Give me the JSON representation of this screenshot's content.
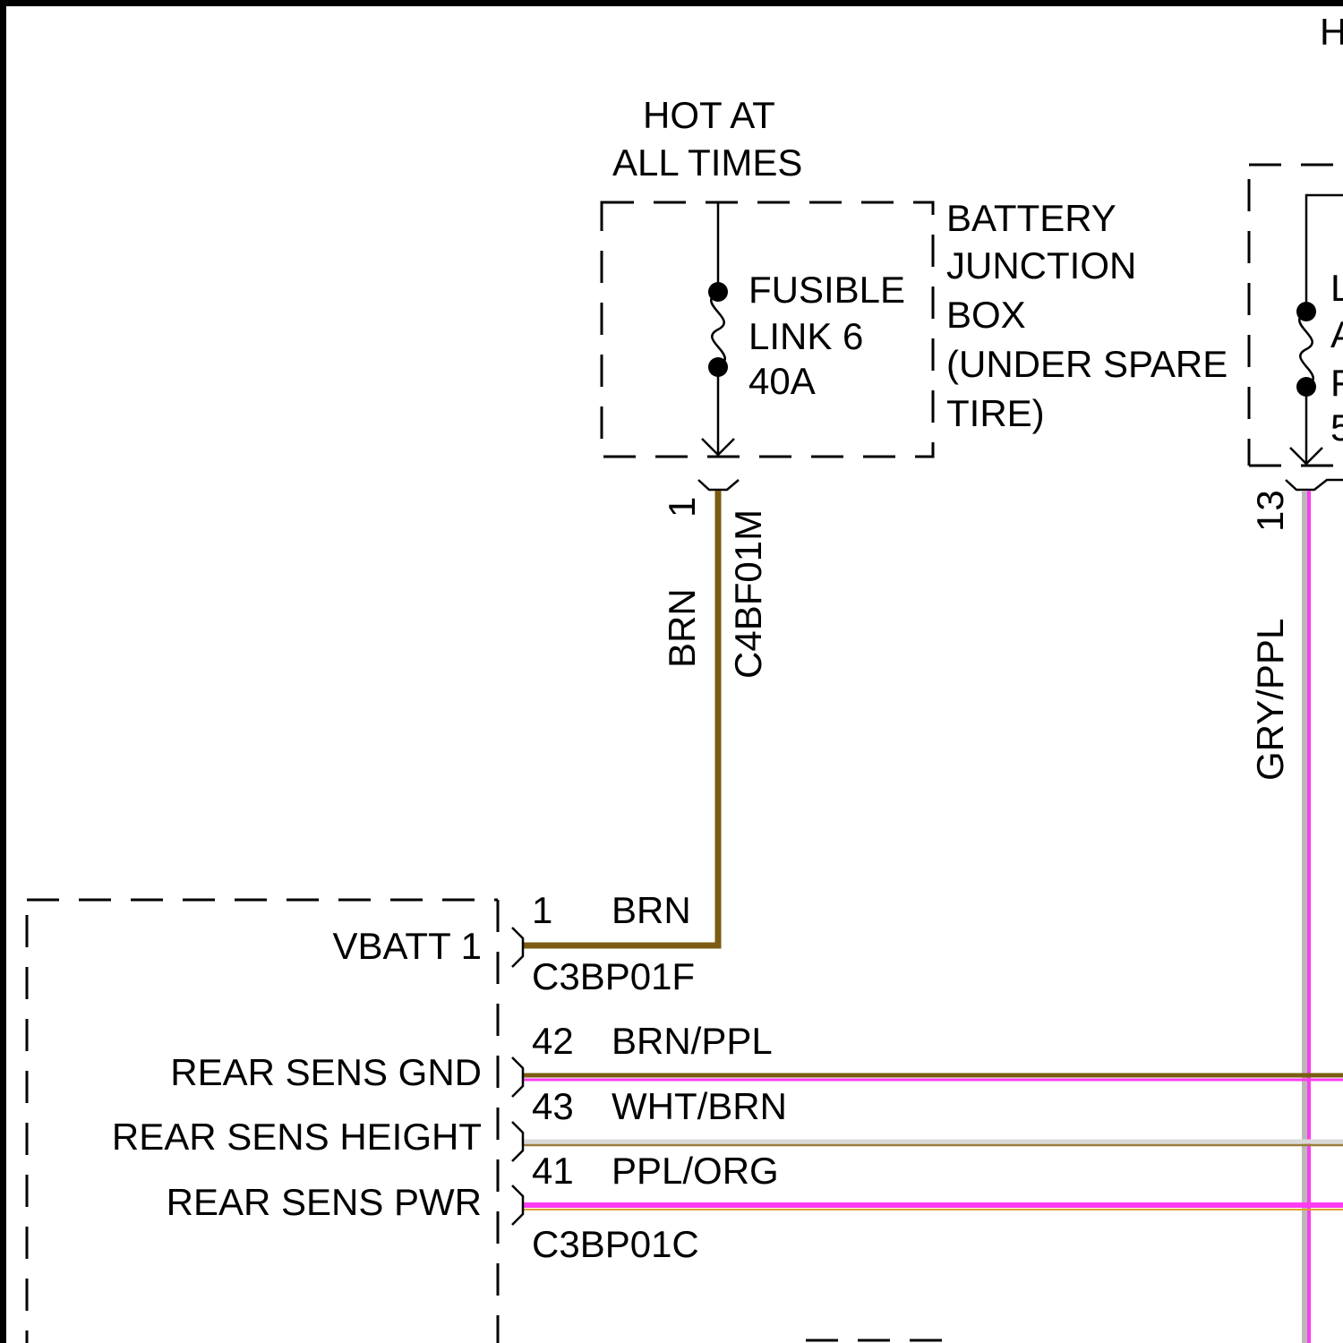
{
  "header": {
    "hot_at": "HOT AT",
    "all_times": "ALL TIMES",
    "corner_fragment": "H"
  },
  "battery_junction_box": {
    "lines": [
      "BATTERY",
      "JUNCTION",
      "BOX",
      "(UNDER SPARE",
      "TIRE)"
    ]
  },
  "fusible_link": {
    "lines": [
      "FUSIBLE",
      "LINK 6",
      "40A"
    ]
  },
  "right_fuse_fragments": [
    "L",
    "A",
    "F",
    "5"
  ],
  "wires": {
    "top_connector": {
      "pin": "1",
      "color": "BRN",
      "connector": "C4BF01M"
    },
    "right_connector": {
      "pin": "13",
      "color": "GRY/PPL"
    }
  },
  "module": {
    "vbatt": {
      "pin_name": "VBATT 1",
      "pin": "1",
      "color": "BRN",
      "connector": "C3BP01F"
    },
    "sensors": [
      {
        "name": "REAR SENS GND",
        "pin": "42",
        "color": "BRN/PPL"
      },
      {
        "name": "REAR SENS HEIGHT",
        "pin": "43",
        "color": "WHT/BRN"
      },
      {
        "name": "REAR SENS PWR",
        "pin": "41",
        "color": "PPL/ORG"
      }
    ],
    "sensor_connector": "C3BP01C"
  },
  "colors": {
    "brown": "#7a5c12",
    "pink": "#ff3df0",
    "gray": "#b9b9b9",
    "white": "#e6e6e6"
  }
}
